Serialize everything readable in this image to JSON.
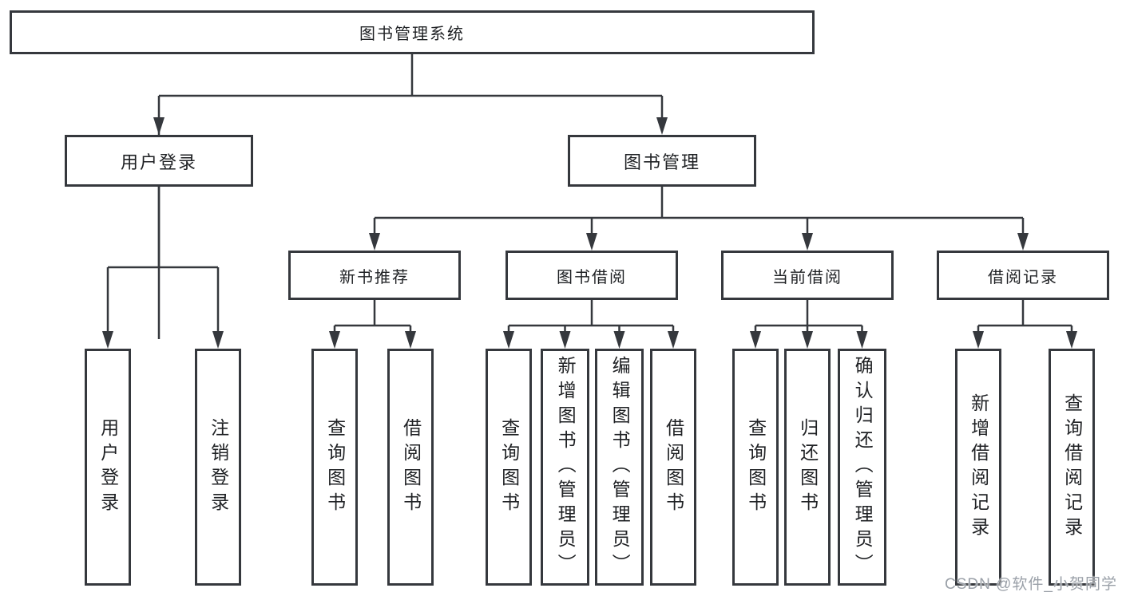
{
  "diagram_type": "hierarchy-tree",
  "root": {
    "label": "图书管理系统",
    "children": [
      {
        "label": "用户登录",
        "children": [
          {
            "label": "用户登录"
          },
          {
            "label": "注销登录"
          }
        ]
      },
      {
        "label": "图书管理",
        "children": [
          {
            "label": "新书推荐",
            "children": [
              {
                "label": "查询图书"
              },
              {
                "label": "借阅图书"
              }
            ]
          },
          {
            "label": "图书借阅",
            "children": [
              {
                "label": "查询图书"
              },
              {
                "label": "新增图书（管理员）"
              },
              {
                "label": "编辑图书（管理员）"
              },
              {
                "label": "借阅图书"
              }
            ]
          },
          {
            "label": "当前借阅",
            "children": [
              {
                "label": "查询图书"
              },
              {
                "label": "归还图书"
              },
              {
                "label": "确认归还（管理员）"
              }
            ]
          },
          {
            "label": "借阅记录",
            "children": [
              {
                "label": "新增借阅记录"
              },
              {
                "label": "查询借阅记录"
              }
            ]
          }
        ]
      }
    ]
  },
  "watermark": {
    "text": "CSDN @软件_小贺同学"
  },
  "colors": {
    "line": "#35383d",
    "box_border": "#35383d",
    "text": "#1f2124",
    "background": "#ffffff",
    "watermark": "#9aa0a8"
  }
}
